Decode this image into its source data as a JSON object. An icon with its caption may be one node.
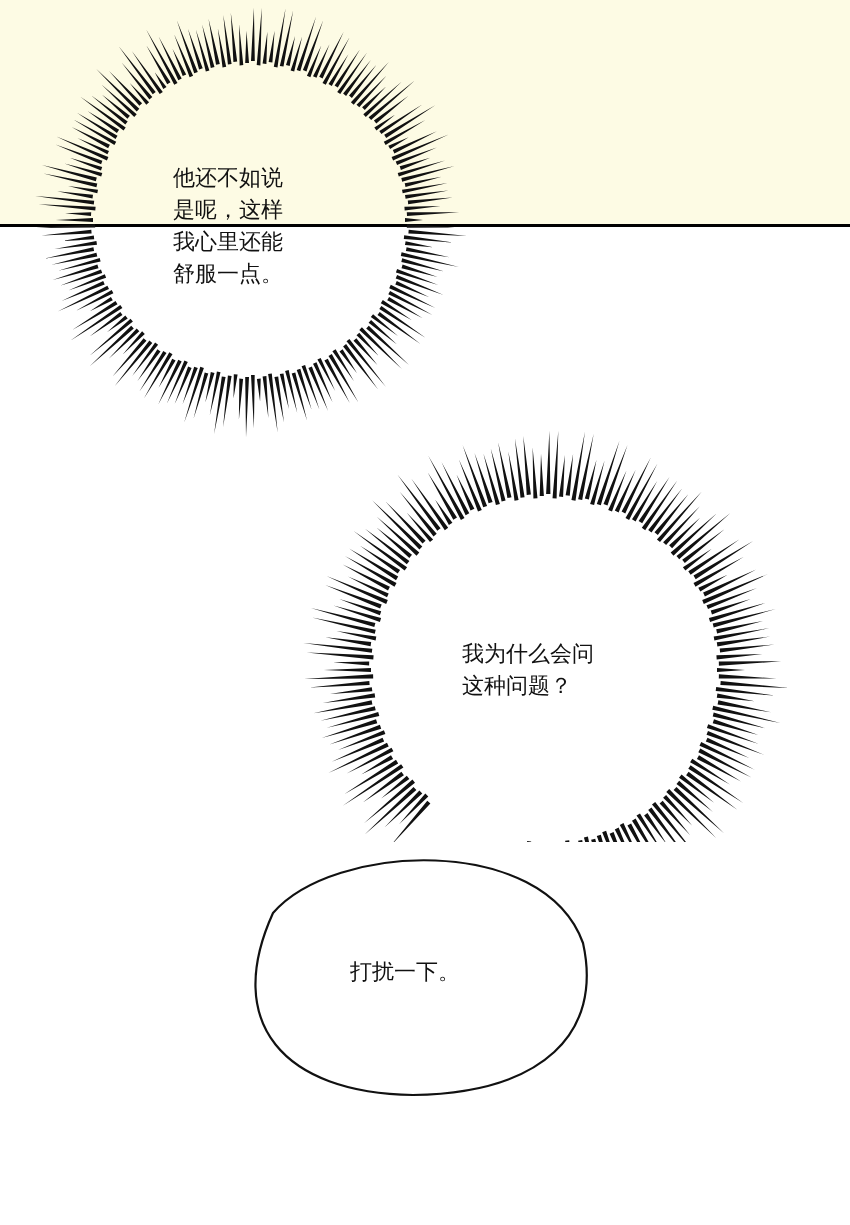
{
  "diagram": {
    "nodes": [
      {
        "text": [
          "他还不如说是呢，这样我心里还能舒服一点。"
        ]
      },
      {
        "text": [
          "我为什么会问这种问题？"
        ]
      },
      {
        "text": [
          "打扰一下。"
        ]
      }
    ]
  }
}
